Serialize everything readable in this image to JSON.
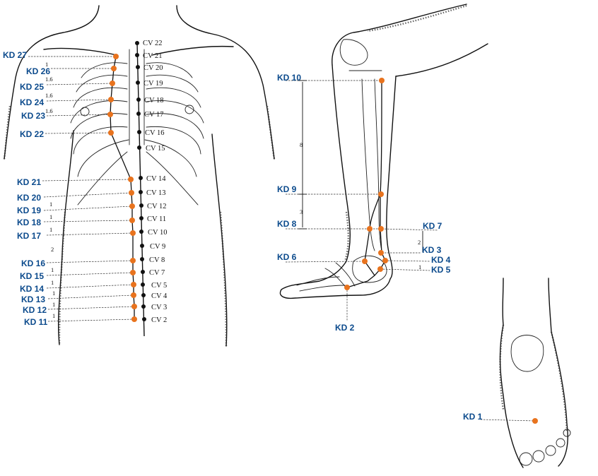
{
  "colors": {
    "point": "#e8731e",
    "kd_label": "#0b4a8c",
    "cv_dot": "#111111"
  },
  "kd_labels": {
    "kd1": "KD 1",
    "kd2": "KD 2",
    "kd3": "KD 3",
    "kd4": "KD 4",
    "kd5": "KD 5",
    "kd6": "KD 6",
    "kd7": "KD 7",
    "kd8": "KD 8",
    "kd9": "KD 9",
    "kd10": "KD 10",
    "kd11": "KD 11",
    "kd12": "KD 12",
    "kd13": "KD 13",
    "kd14": "KD 14",
    "kd15": "KD 15",
    "kd16": "KD 16",
    "kd17": "KD 17",
    "kd18": "KD 18",
    "kd19": "KD 19",
    "kd20": "KD 20",
    "kd21": "KD 21",
    "kd22": "KD 22",
    "kd23": "KD 23",
    "kd24": "KD 24",
    "kd25": "KD 25",
    "kd26": "KD 26",
    "kd27": "KD 27"
  },
  "cv_labels": {
    "cv2": "CV 2",
    "cv3": "CV 3",
    "cv4": "CV 4",
    "cv5": "CV 5",
    "cv7": "CV 7",
    "cv8": "CV 8",
    "cv9": "CV 9",
    "cv10": "CV 10",
    "cv11": "CV 11",
    "cv12": "CV 12",
    "cv13": "CV 13",
    "cv14": "CV 14",
    "cv15": "CV 15",
    "cv16": "CV 16",
    "cv17": "CV 17",
    "cv18": "CV 18",
    "cv19": "CV 19",
    "cv20": "CV 20",
    "cv21": "CV 21",
    "cv22": "CV 22"
  },
  "trunk_measures": {
    "m27_26": "1",
    "m26_25": "1.6",
    "m25_24": "1.6",
    "m24_23": "1.6",
    "m20_19": "1",
    "m19_18": "1",
    "m18_17": "1",
    "m17_16": "2",
    "m16_15": "1",
    "m15_14": "1",
    "m14_13": "1",
    "m13_12": "1",
    "m12_11": "1"
  },
  "leg_measures": {
    "m10_9": "8",
    "m9_8": "3",
    "m7_3": "2",
    "m4_5": "1"
  }
}
